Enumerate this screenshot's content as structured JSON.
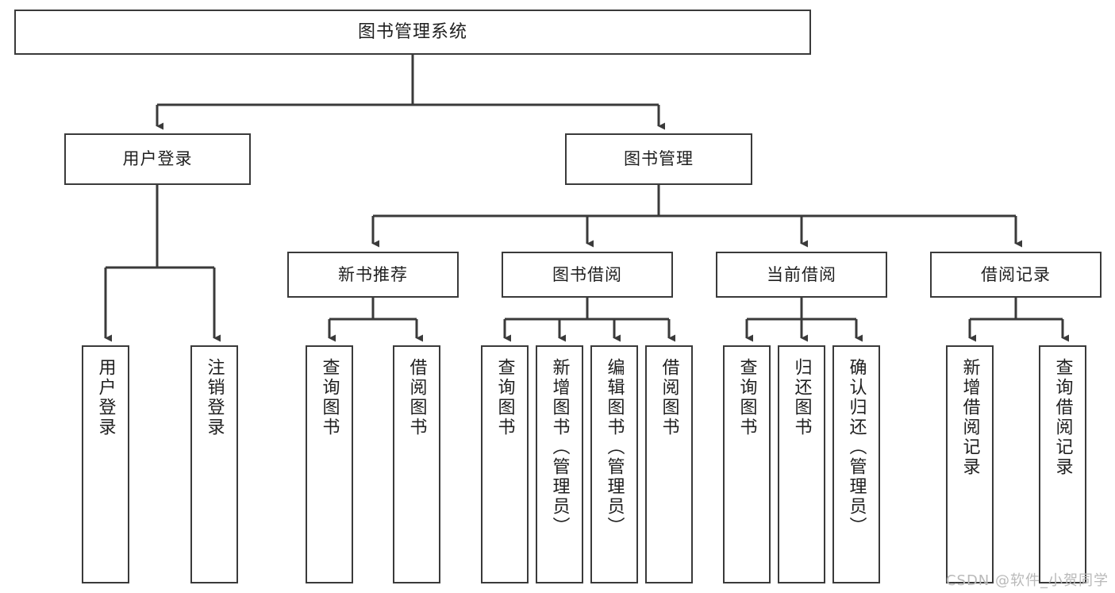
{
  "diagram": {
    "title": "图书管理系统",
    "watermark": "CSDN @软件_小贺同学",
    "stroke_color": "#3a3a3a",
    "text_color": "#1f1f1f",
    "background_color": "#ffffff",
    "watermark_color": "#b9b9b9"
  },
  "nodes": {
    "root": {
      "label": "图书管理系统"
    },
    "level2": [
      {
        "label": "用户登录"
      },
      {
        "label": "图书管理"
      }
    ],
    "level3": [
      {
        "label": "新书推荐"
      },
      {
        "label": "图书借阅"
      },
      {
        "label": "当前借阅"
      },
      {
        "label": "借阅记录"
      }
    ],
    "leaves": {
      "user_login": [
        {
          "label": "用户登录"
        },
        {
          "label": "注销登录"
        }
      ],
      "new_books": [
        {
          "label": "查询图书"
        },
        {
          "label": "借阅图书"
        }
      ],
      "book_borrow": [
        {
          "label": "查询图书"
        },
        {
          "label": "新增图书（管理员）"
        },
        {
          "label": "编辑图书（管理员）"
        },
        {
          "label": "借阅图书"
        }
      ],
      "current_borrow": [
        {
          "label": "查询图书"
        },
        {
          "label": "归还图书"
        },
        {
          "label": "确认归还（管理员）"
        }
      ],
      "borrow_records": [
        {
          "label": "新增借阅记录"
        },
        {
          "label": "查询借阅记录"
        }
      ]
    }
  }
}
